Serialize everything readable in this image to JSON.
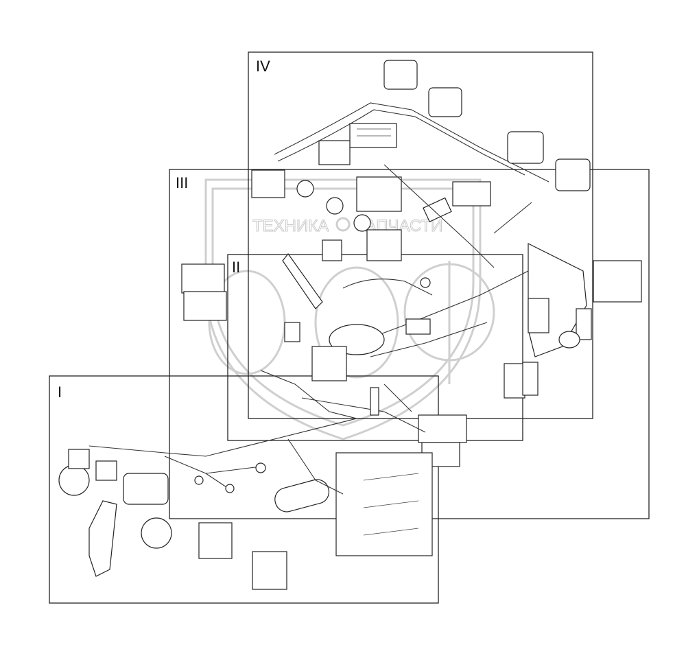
{
  "diagram": {
    "sections": [
      {
        "id": "I",
        "label": "I"
      },
      {
        "id": "II",
        "label": "II"
      },
      {
        "id": "III",
        "label": "III"
      },
      {
        "id": "IV",
        "label": "IV"
      }
    ],
    "watermark": {
      "text_left": "ТЕХНИКА",
      "text_right": "ЗАПЧАСТИ"
    }
  }
}
